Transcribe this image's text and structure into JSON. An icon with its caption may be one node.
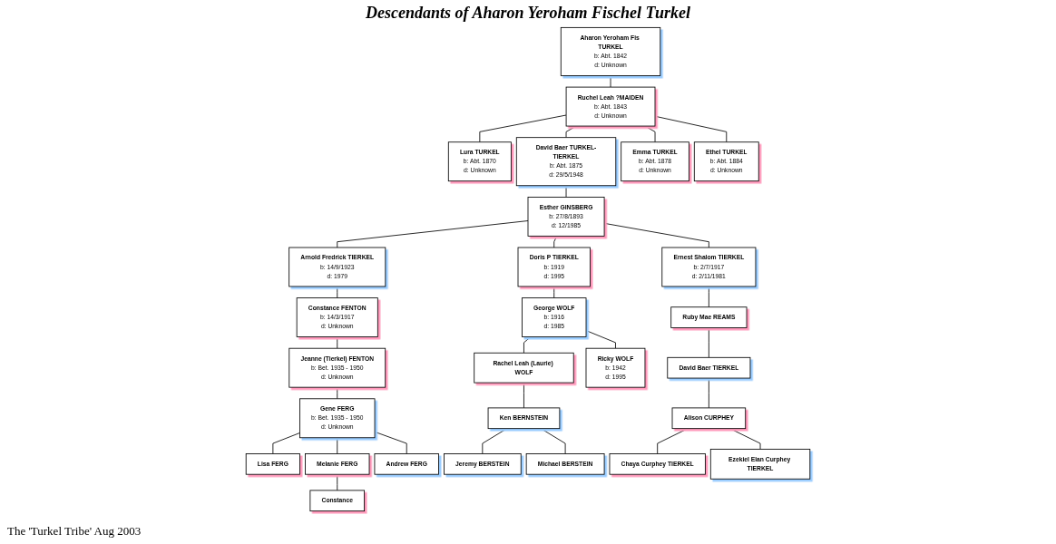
{
  "diagram": {
    "title": "Descendants of Aharon Yeroham Fischel Turkel",
    "caption": "The 'Turkel Tribe' Aug 2003",
    "nodes": [
      {
        "text": [
          "Aharon Yeroham Fis TURKEL",
          "b: Abt. 1842",
          "d: Unknown"
        ]
      },
      {
        "text": [
          "Ruchel Leah ?MAIDEN",
          "b: Abt. 1843",
          "d: Unknown"
        ]
      },
      {
        "text": [
          "Lura TURKEL",
          "b: Abt. 1870",
          "d: Unknown"
        ]
      },
      {
        "text": [
          "David Baer TURKEL-TIERKEL",
          "b: Abt. 1875",
          "d: 29/5/1948"
        ]
      },
      {
        "text": [
          "Esther GINSBERG",
          "b: 27/8/1893",
          "d: 12/1985"
        ]
      },
      {
        "text": [
          "Emma TURKEL",
          "b: Abt. 1878",
          "d: Unknown"
        ]
      },
      {
        "text": [
          "Ethel TURKEL",
          "b: Abt. 1884",
          "d: Unknown"
        ]
      },
      {
        "text": [
          "Arnold Fredrick TIERKEL",
          "b: 14/9/1923",
          "d: 1979"
        ]
      },
      {
        "text": [
          "Constance FENTON",
          "b: 14/3/1917",
          "d: Unknown"
        ]
      },
      {
        "text": [
          "Doris P TIERKEL",
          "b: 1919",
          "d: 1995"
        ]
      },
      {
        "text": [
          "George WOLF",
          "b: 1916",
          "d: 1985"
        ]
      },
      {
        "text": [
          "Ernest Shalom TIERKEL",
          "b: 2/7/1917",
          "d: 2/11/1981"
        ]
      },
      {
        "text": [
          "Ruby Mae REAMS"
        ]
      },
      {
        "text": [
          "Jeanne (Tierkel) FENTON",
          "b: Bet. 1935 - 1950",
          "d: Unknown"
        ]
      },
      {
        "text": [
          "Gene FERG",
          "b: Bet. 1935 - 1950",
          "d: Unknown"
        ]
      },
      {
        "text": [
          "Rachel Leah (Laurie) WOLF"
        ]
      },
      {
        "text": [
          "Ken BERNSTEIN"
        ]
      },
      {
        "text": [
          "Ricky WOLF",
          "b: 1942",
          "d: 1995"
        ]
      },
      {
        "text": [
          "David Baer TIERKEL"
        ]
      },
      {
        "text": [
          "Alison CURPHEY"
        ]
      },
      {
        "text": [
          "Lisa FERG"
        ]
      },
      {
        "text": [
          "Melanie FERG"
        ]
      },
      {
        "text": [
          "Andrew FERG"
        ]
      },
      {
        "text": [
          "Jeremy BERSTEIN"
        ]
      },
      {
        "text": [
          "Michael BERSTEIN"
        ]
      },
      {
        "text": [
          "Chaya Curphey TIERKEL"
        ]
      },
      {
        "text": [
          "Ezekiel Elan Curphey TIERKEL"
        ]
      },
      {
        "text": [
          "Constance"
        ]
      }
    ],
    "edges": [
      {
        "from": 0,
        "to": 1,
        "arrow": "none"
      },
      {
        "from": 1,
        "to": 2,
        "arrow": "none"
      },
      {
        "from": 1,
        "to": 3,
        "arrow": "none"
      },
      {
        "from": 1,
        "to": 5,
        "arrow": "none"
      },
      {
        "from": 1,
        "to": 6,
        "arrow": "none"
      },
      {
        "from": 3,
        "to": 4,
        "arrow": "none"
      },
      {
        "from": 4,
        "to": 7,
        "arrow": "none"
      },
      {
        "from": 4,
        "to": 9,
        "arrow": "none"
      },
      {
        "from": 4,
        "to": 11,
        "arrow": "none"
      },
      {
        "from": 7,
        "to": 8,
        "arrow": "none"
      },
      {
        "from": 9,
        "to": 10,
        "arrow": "none"
      },
      {
        "from": 11,
        "to": 12,
        "arrow": "none"
      },
      {
        "from": 8,
        "to": 13,
        "arrow": "none"
      },
      {
        "from": 13,
        "to": 14,
        "arrow": "none"
      },
      {
        "from": 10,
        "to": 15,
        "arrow": "none"
      },
      {
        "from": 10,
        "to": 17,
        "arrow": "none"
      },
      {
        "from": 15,
        "to": 16,
        "arrow": "none"
      },
      {
        "from": 12,
        "to": 18,
        "arrow": "none"
      },
      {
        "from": 18,
        "to": 19,
        "arrow": "none"
      },
      {
        "from": 14,
        "to": 20,
        "arrow": "none"
      },
      {
        "from": 14,
        "to": 21,
        "arrow": "none"
      },
      {
        "from": 14,
        "to": 22,
        "arrow": "none"
      },
      {
        "from": 16,
        "to": 23,
        "arrow": "none"
      },
      {
        "from": 16,
        "to": 24,
        "arrow": "none"
      },
      {
        "from": 19,
        "to": 25,
        "arrow": "none"
      },
      {
        "from": 19,
        "to": 26,
        "arrow": "none"
      },
      {
        "from": 21,
        "to": 27,
        "arrow": "none"
      }
    ]
  }
}
